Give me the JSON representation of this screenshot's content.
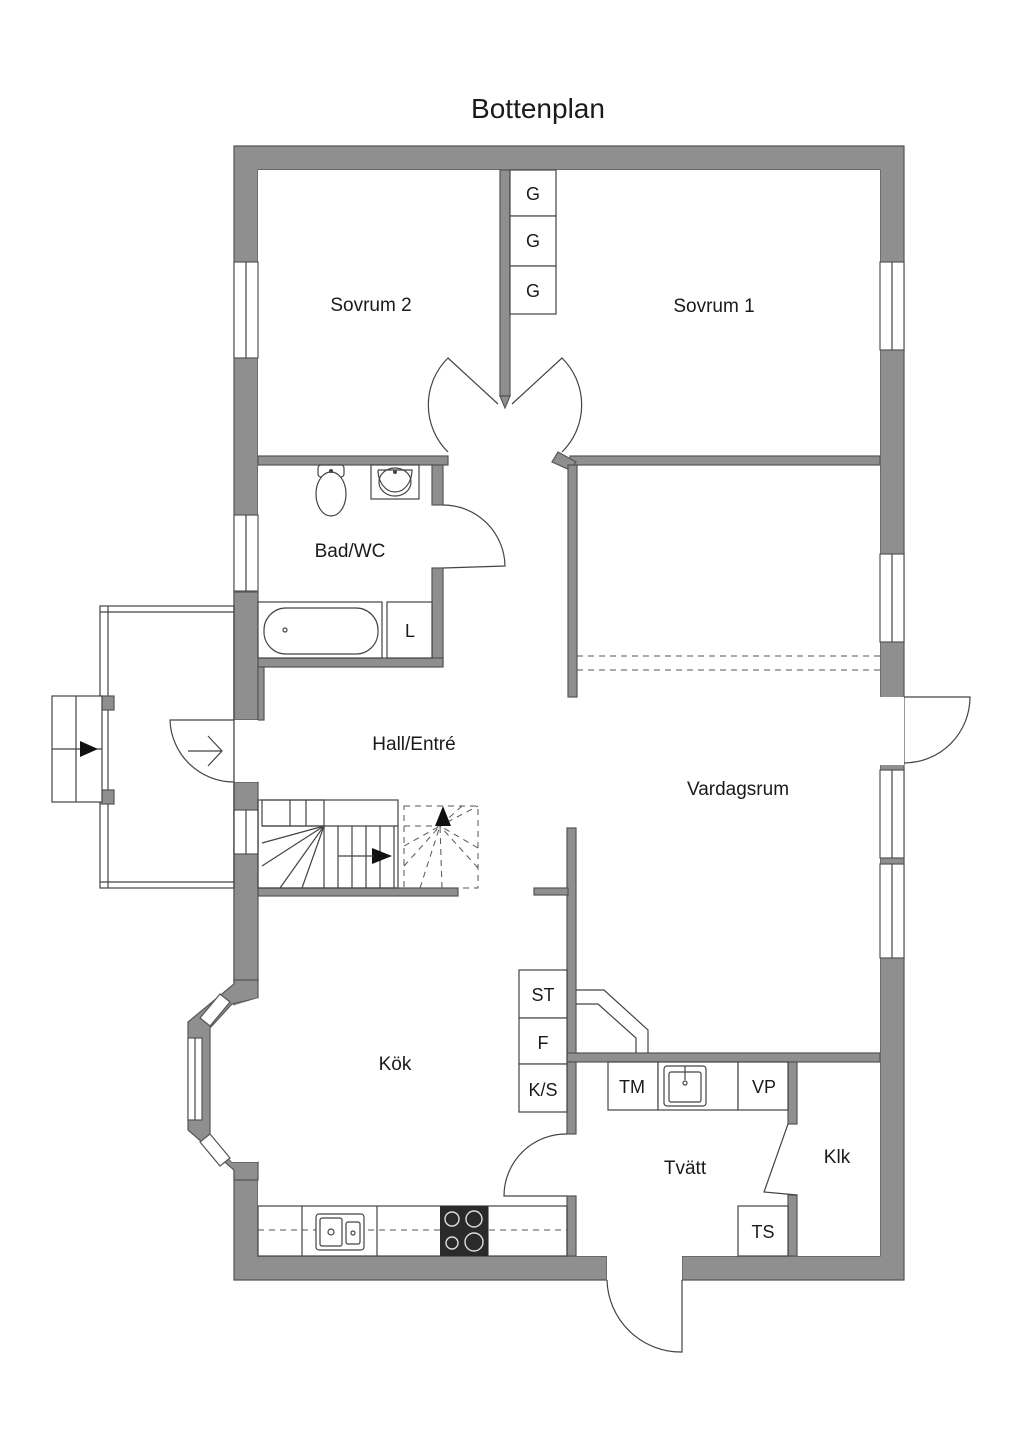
{
  "plan": {
    "title": "Bottenplan",
    "rooms": {
      "sovrum2": "Sovrum 2",
      "sovrum1": "Sovrum 1",
      "bad": "Bad/WC",
      "hall": "Hall/Entré",
      "vardagsrum": "Vardagsrum",
      "kok": "Kök",
      "tvatt": "Tvätt",
      "klk": "Klk"
    },
    "fixtures": {
      "g1": "G",
      "g2": "G",
      "g3": "G",
      "l": "L",
      "st": "ST",
      "f": "F",
      "ks": "K/S",
      "tm": "TM",
      "vp": "VP",
      "ts": "TS"
    },
    "colors": {
      "wall": "#8f8f8f",
      "line": "#444444"
    }
  }
}
